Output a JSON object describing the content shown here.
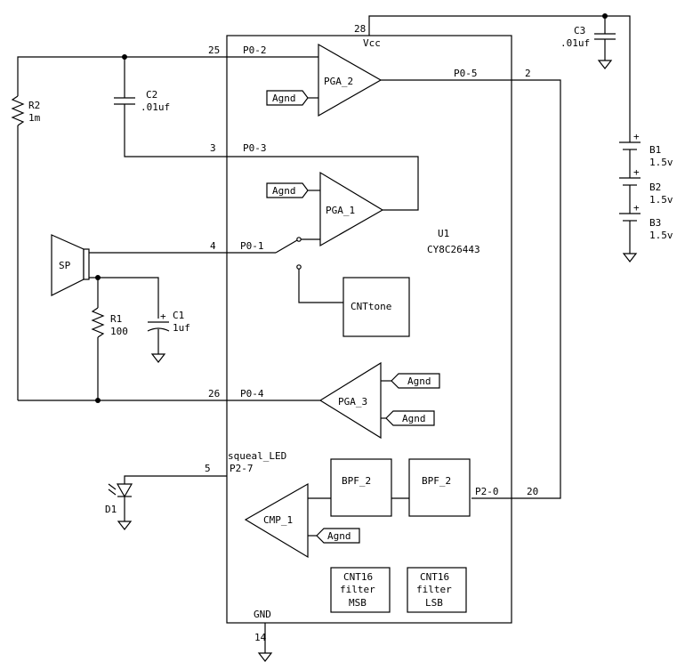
{
  "chip": {
    "ref": "U1",
    "part": "CY8C26443",
    "vcc_label": "Vcc",
    "gnd_label": "GND",
    "pins": {
      "vcc": "28",
      "p0_2": "25",
      "p0_3": "3",
      "p0_1": "4",
      "p0_4": "26",
      "p0_5": "2",
      "p2_7": "5",
      "p2_0": "20",
      "gnd": "14"
    },
    "ports": {
      "p0_2": "P0-2",
      "p0_3": "P0-3",
      "p0_1": "P0-1",
      "p0_4": "P0-4",
      "p0_5": "P0-5",
      "p2_7": "P2-7",
      "p2_0": "P2-0"
    },
    "squeal_label": "squeal_LED"
  },
  "blocks": {
    "pga2": "PGA_2",
    "pga1": "PGA_1",
    "pga3": "PGA_3",
    "cmp1": "CMP_1",
    "cnttone": "CNTtone",
    "bpf_left": "BPF_2",
    "bpf_right": "BPF_2",
    "cnt16_msb": [
      "CNT16",
      "filter",
      "MSB"
    ],
    "cnt16_lsb": [
      "CNT16",
      "filter",
      "LSB"
    ]
  },
  "agnd": "Agnd",
  "components": {
    "r2": {
      "ref": "R2",
      "value": "1m"
    },
    "c2": {
      "ref": "C2",
      "value": ".01uf"
    },
    "c3": {
      "ref": "C3",
      "value": ".01uf"
    },
    "r1": {
      "ref": "R1",
      "value": "100"
    },
    "c1": {
      "ref": "C1",
      "value": "1uf"
    },
    "sp": {
      "ref": "SP"
    },
    "d1": {
      "ref": "D1"
    },
    "b1": {
      "ref": "B1",
      "value": "1.5v"
    },
    "b2": {
      "ref": "B2",
      "value": "1.5v"
    },
    "b3": {
      "ref": "B3",
      "value": "1.5v"
    },
    "plus": "+"
  }
}
